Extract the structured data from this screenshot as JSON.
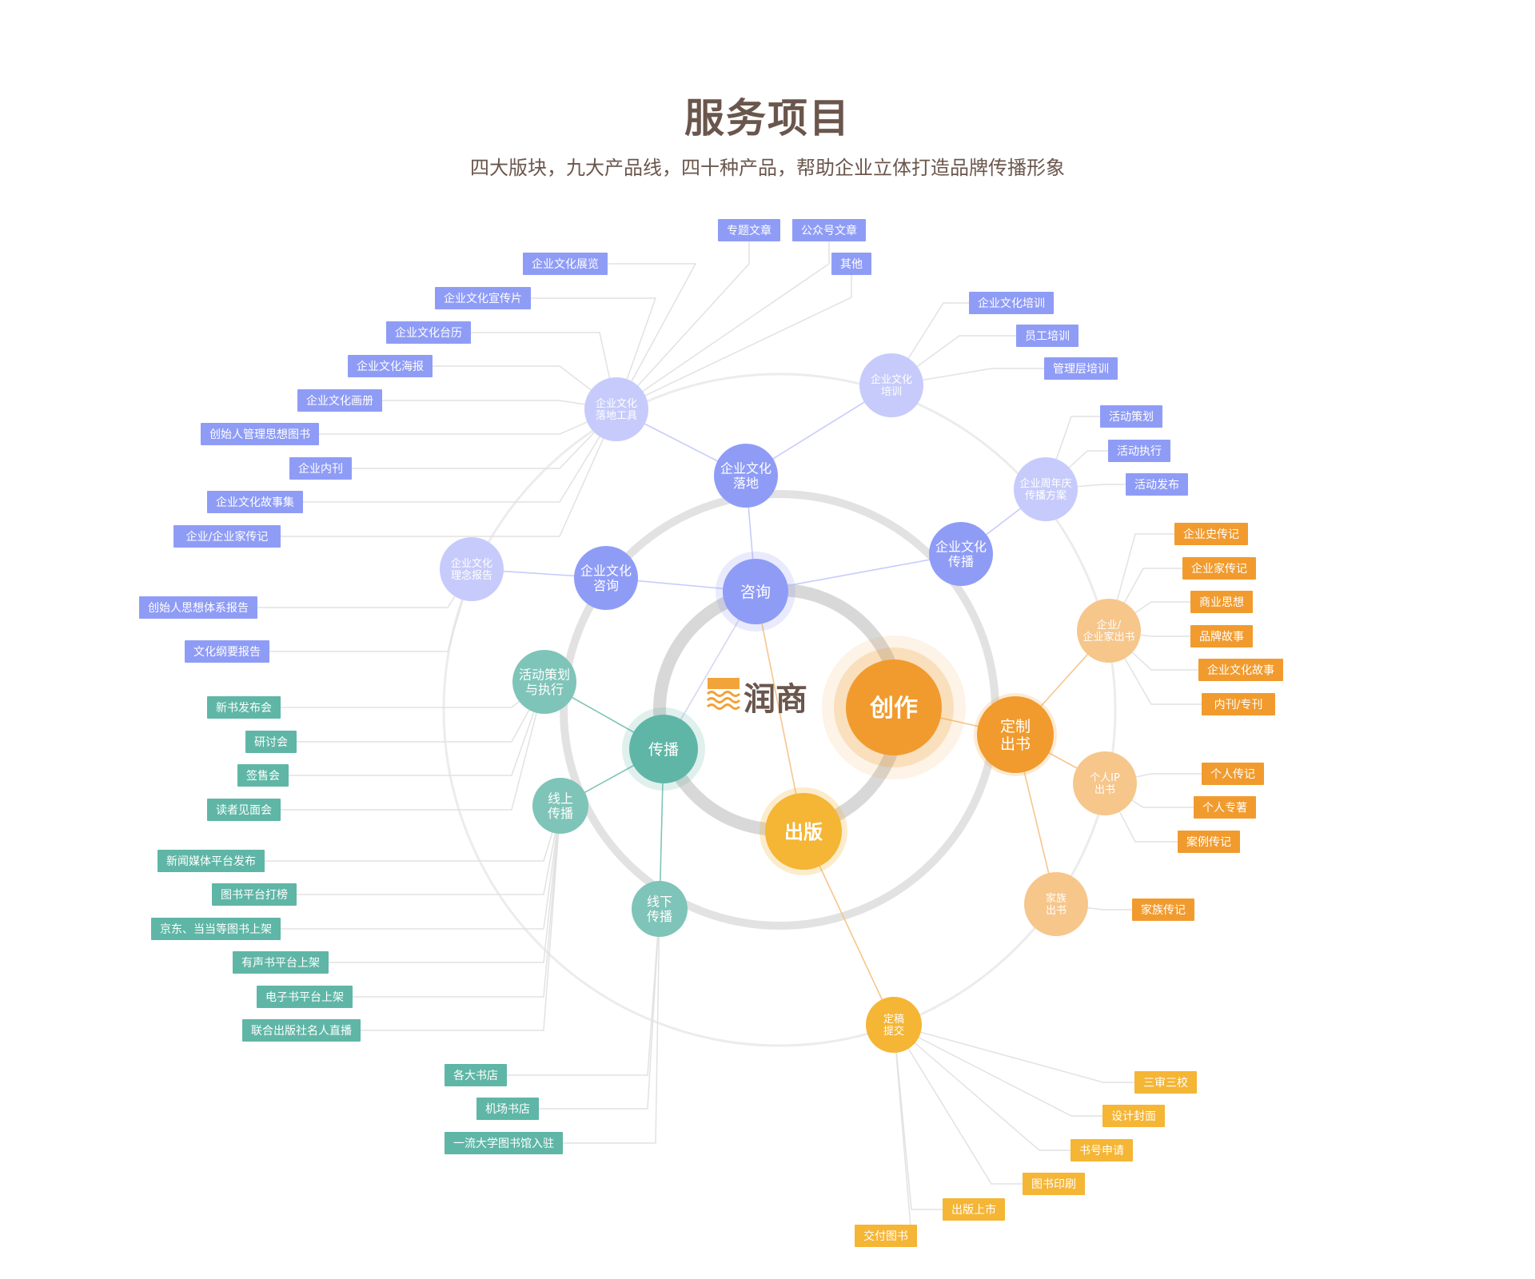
{
  "header": {
    "title": "服务项目",
    "subtitle": "四大版块，九大产品线，四十种产品，帮助企业立体打造品牌传播形象"
  },
  "logo": {
    "text": "润商"
  },
  "colors": {
    "consult": "#8f9cf6",
    "consult_light": "#c7cbfb",
    "spread": "#5fb6a6",
    "spread_light": "#7fc4b8",
    "create": "#f19b2e",
    "create_light": "#f6c68b",
    "publish": "#f5b535",
    "ring": "#dcdcdc"
  },
  "hubs": {
    "consult": "咨询",
    "spread": "传播",
    "create": "创作",
    "publish": "出版"
  },
  "nodes": {
    "culture_land": "企业文化\n落地",
    "culture_consult": "企业文化\n咨询",
    "culture_spread": "企业文化\n传播",
    "land_tools": "企业文化\n落地工具",
    "train": "企业文化\n培训",
    "anniv": "企业周年庆\n传播方案",
    "concept_report": "企业文化\n理念报告",
    "activity": "活动策划\n与执行",
    "online": "线上\n传播",
    "offline": "线下\n传播",
    "custom_book": "定制\n出书",
    "corp_book": "企业/\n企业家出书",
    "ip_book": "个人IP\n出书",
    "family_book": "家族\n出书",
    "submit": "定稿\n提交"
  },
  "leaves": {
    "land_tools": [
      "专题文章",
      "公众号文章",
      "其他",
      "企业文化展览",
      "企业文化宣传片",
      "企业文化台历",
      "企业文化海报",
      "企业文化画册",
      "创始人管理思想图书",
      "企业内刊",
      "企业文化故事集",
      "企业/企业家传记"
    ],
    "train": [
      "企业文化培训",
      "员工培训",
      "管理层培训"
    ],
    "anniv": [
      "活动策划",
      "活动执行",
      "活动发布"
    ],
    "concept_report": [
      "创始人思想体系报告",
      "文化纲要报告"
    ],
    "activity": [
      "新书发布会",
      "研讨会",
      "签售会",
      "读者见面会"
    ],
    "online": [
      "新闻媒体平台发布",
      "图书平台打榜",
      "京东、当当等图书上架",
      "有声书平台上架",
      "电子书平台上架",
      "联合出版社名人直播"
    ],
    "offline": [
      "各大书店",
      "机场书店",
      "一流大学图书馆入驻"
    ],
    "corp_book": [
      "企业史传记",
      "企业家传记",
      "商业思想",
      "品牌故事",
      "企业文化故事",
      "内刊/专刊"
    ],
    "ip_book": [
      "个人传记",
      "个人专著",
      "案例传记"
    ],
    "family_book": [
      "家族传记"
    ],
    "submit": [
      "三审三校",
      "设计封面",
      "书号申请",
      "图书印刷",
      "出版上市",
      "交付图书"
    ]
  }
}
